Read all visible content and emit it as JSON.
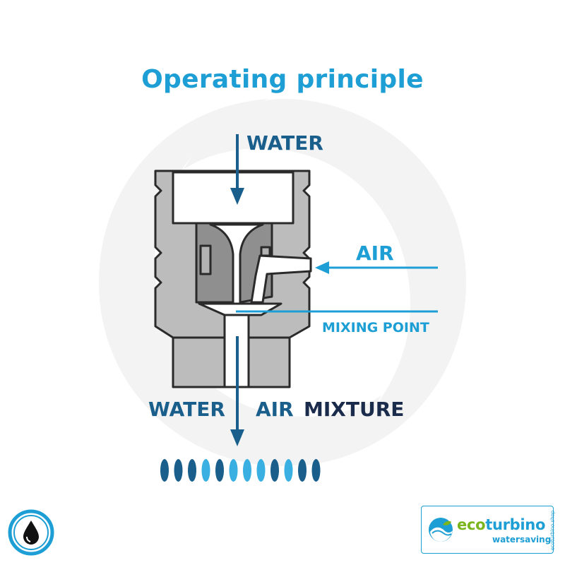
{
  "title": "Operating principle",
  "labels": {
    "water_in": "WATER",
    "air_in": "AIR",
    "mixing_point": "MIXING POINT",
    "water_out": "WATER",
    "air_out": "AIR",
    "mixture": "MIXTURE"
  },
  "brand": {
    "name_eco": "eco",
    "name_turbino": "turbino",
    "tagline": "watersaving",
    "domain": "ecoturbino.shop"
  },
  "icons": {
    "water_drop": "water-drop-icon",
    "logo_mark": "ecoturbino-logo-mark"
  },
  "colors": {
    "title": "#1d9ed4",
    "arrow_dark": "#1a5f8c",
    "mixture_text": "#1b2b4b",
    "drop_dark": "#1a5f8c",
    "drop_light": "#3ab0e2",
    "logo_green": "#7ab51d",
    "logo_blue": "#1d9ed4",
    "body_fill": "#b9b9b9",
    "body_stroke": "#2a2a2a",
    "background_watermark": "#f2f2f2"
  }
}
